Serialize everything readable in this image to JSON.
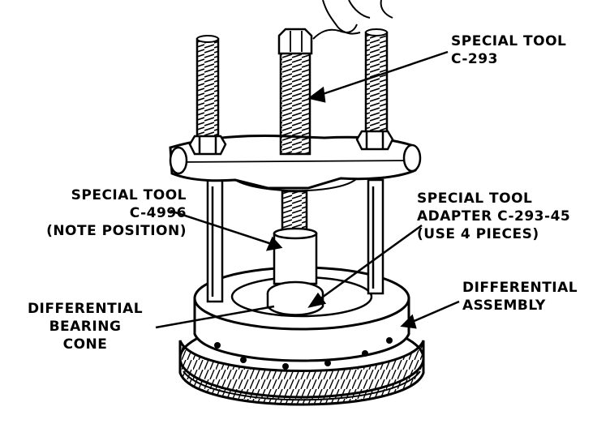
{
  "labels": {
    "tool_c293": {
      "line1": "SPECIAL TOOL",
      "line2": "C-293"
    },
    "tool_c4996": {
      "line1": "SPECIAL TOOL",
      "line2": "C-4996",
      "line3": "(NOTE POSITION)"
    },
    "adapter": {
      "line1": "SPECIAL TOOL",
      "line2": "ADAPTER C-293-45",
      "line3": "(USE 4 PIECES)"
    },
    "differential_assembly": {
      "line1": "DIFFERENTIAL",
      "line2": "ASSEMBLY"
    },
    "bearing_cone": {
      "line1": "DIFFERENTIAL",
      "line2": "BEARING",
      "line3": "CONE"
    }
  },
  "colors": {
    "ink": "#000000",
    "paper": "#ffffff"
  }
}
